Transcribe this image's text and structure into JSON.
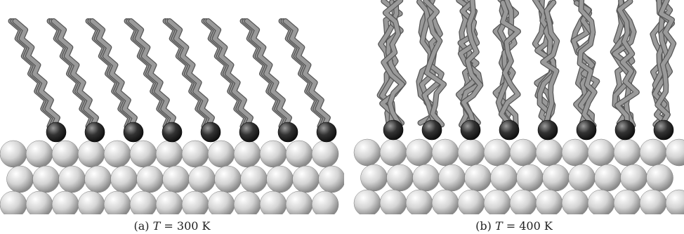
{
  "panels": [
    {
      "id": "a",
      "caption_prefix": "(a)",
      "caption_var": "T",
      "caption_eq": " = 300 K",
      "state": "tilted",
      "chain_count": 8,
      "chain_color": "#9a9a9a",
      "headgroup_color": "#2b2b2b",
      "substrate_color": "#d6d6d6",
      "substrate_rows": 3
    },
    {
      "id": "b",
      "caption_prefix": "(b)",
      "caption_var": "T",
      "caption_eq": " = 400 K",
      "state": "disordered",
      "chain_count": 8,
      "chain_color": "#9a9a9a",
      "headgroup_color": "#2b2b2b",
      "substrate_color": "#d6d6d6",
      "substrate_rows": 3
    }
  ]
}
